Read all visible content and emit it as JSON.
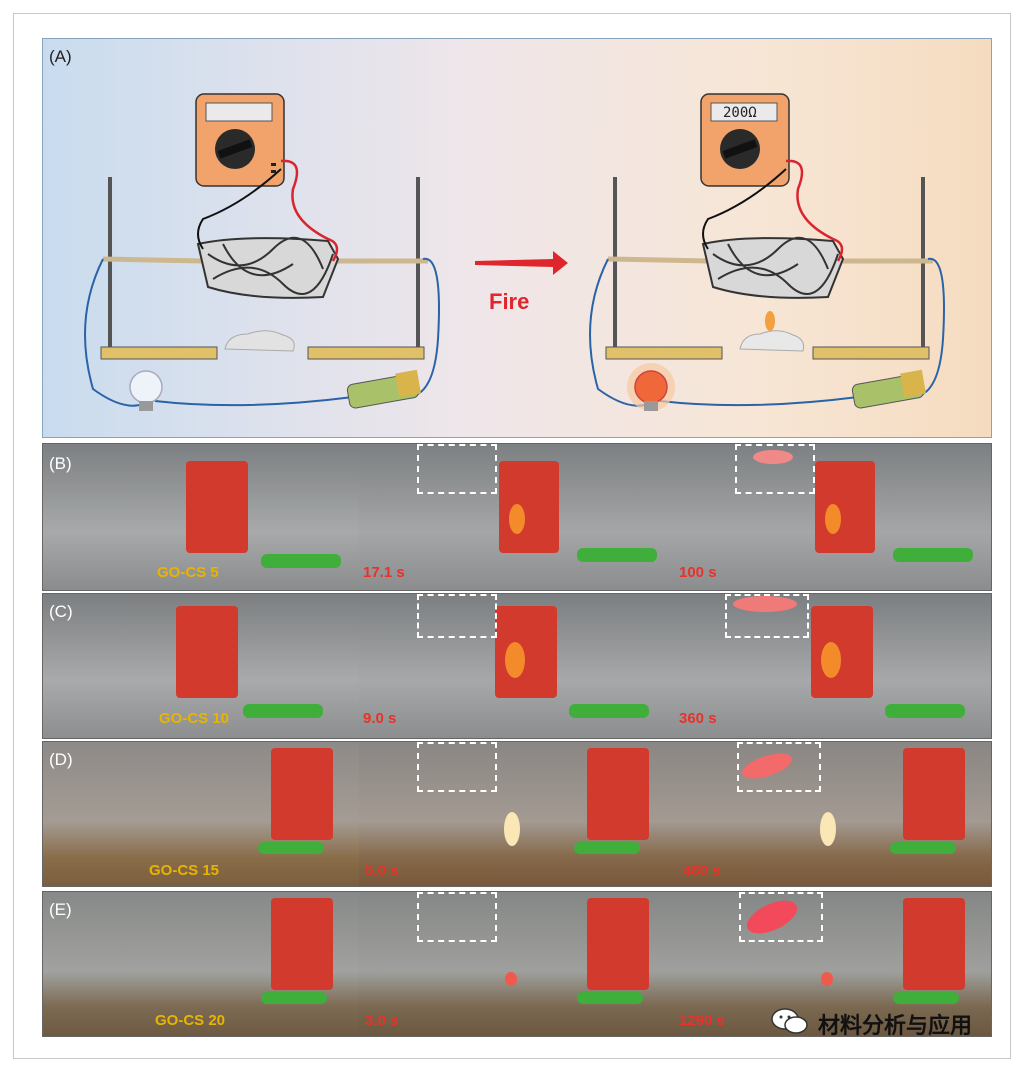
{
  "panels": {
    "a": {
      "label": "(A)",
      "arrow_label": "Fire",
      "meter_after": "200Ω"
    },
    "b": {
      "label": "(B)",
      "captions": [
        "GO-CS 5",
        "17.1 s",
        "100 s"
      ]
    },
    "c": {
      "label": "(C)",
      "captions": [
        "GO-CS 10",
        "9.0 s",
        "360 s"
      ]
    },
    "d": {
      "label": "(D)",
      "captions": [
        "GO-CS 15",
        "5.0 s",
        "480 s"
      ]
    },
    "e": {
      "label": "(E)",
      "captions": [
        "GO-CS 20",
        "3.0 s",
        "1290 s"
      ]
    }
  },
  "watermark": {
    "text": "材料分析与应用",
    "icon": "wechat-icon"
  },
  "colors": {
    "caption_sample": "#e8b400",
    "caption_time": "#e8322a",
    "fire": "#e0262d",
    "wire_blue": "#2b63a8",
    "wire_red": "#d8252e"
  }
}
